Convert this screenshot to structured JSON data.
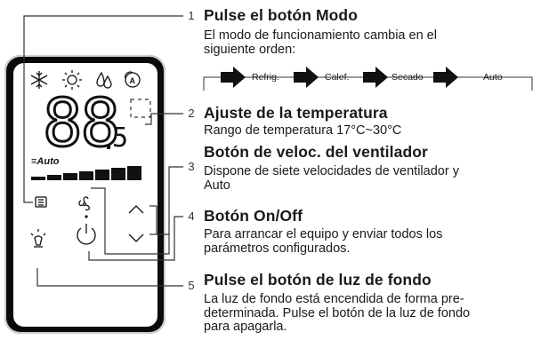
{
  "colors": {
    "device_bg": "#0a0a0a",
    "device_frame": "#d0d0d0",
    "display": "#ffffff",
    "line": "#333333"
  },
  "display": {
    "temp_digits": "88",
    "temp_decimal": "5",
    "auto_label": "Auto",
    "mode_icons": [
      "snowflake-icon",
      "sun-icon",
      "droplets-icon",
      "auto-fan-icon"
    ],
    "fan_levels_total": 7,
    "fan_levels_active": 7
  },
  "callouts": [
    {
      "number": "1",
      "title": "Pulse el botón Modo",
      "lines": [
        "El modo de funcionamiento cambia en el",
        "siguiente orden:"
      ]
    },
    {
      "number": "2",
      "title": "Ajuste de la temperatura",
      "lines": [
        "Rango de temperatura 17°C~30°C"
      ]
    },
    {
      "number": "3",
      "title": "Botón de veloc. del ventilador",
      "lines": [
        "Dispone de siete velocidades de ventilador y",
        "Auto"
      ]
    },
    {
      "number": "4",
      "title": "Botón On/Off",
      "lines": [
        "Para arrancar el equipo y enviar todos los",
        "parámetros configurados."
      ]
    },
    {
      "number": "5",
      "title": "Pulse el botón de luz de fondo",
      "lines": [
        "La luz de fondo está encendida de forma pre-",
        "determinada. Pulse el botón de la luz de fondo",
        "para apagarla."
      ]
    }
  ],
  "mode_sequence": [
    "Refrig.",
    "Calef.",
    "Secado",
    "Auto"
  ]
}
